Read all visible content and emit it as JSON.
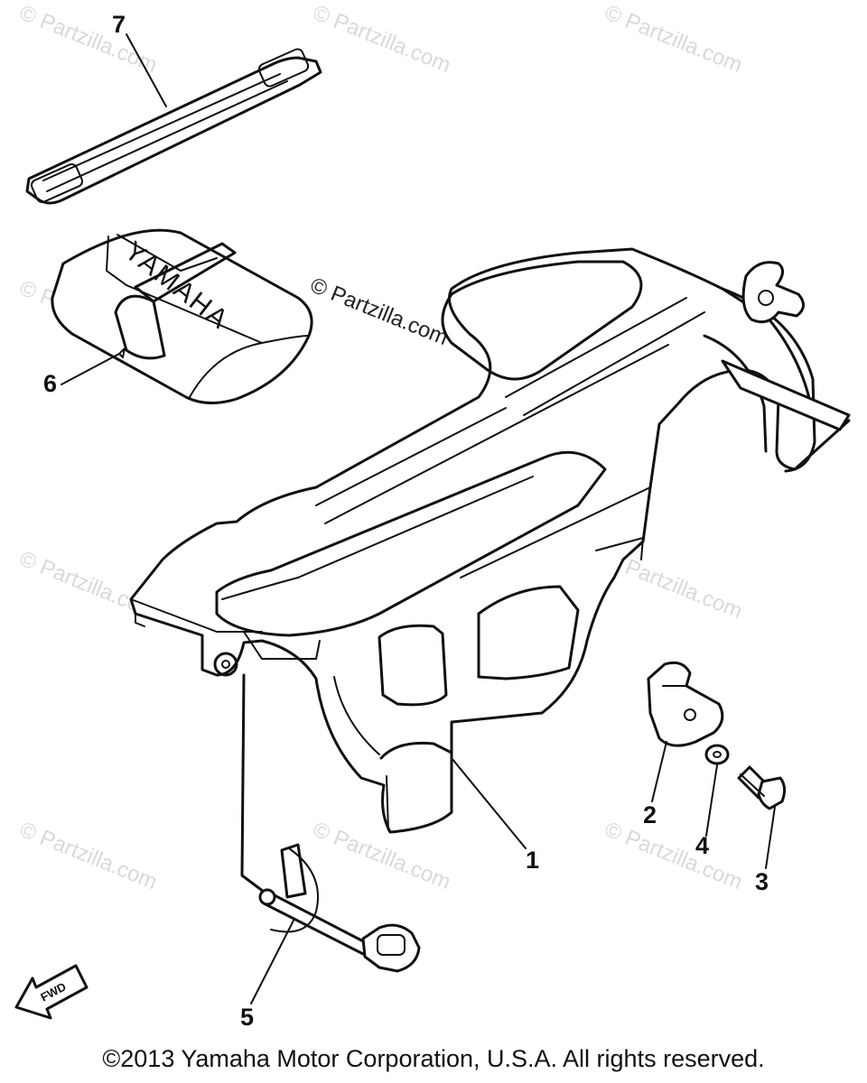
{
  "watermark_text": "© Partzilla.com",
  "center_watermark_text": "© Partzilla.com",
  "callouts": [
    {
      "label": "1"
    },
    {
      "label": "2"
    },
    {
      "label": "3"
    },
    {
      "label": "4"
    },
    {
      "label": "5"
    },
    {
      "label": "6"
    },
    {
      "label": "7"
    }
  ],
  "tool_bag_brand": "YAMAHA",
  "front_arrow_label": "FWD",
  "copyright": "©2013 Yamaha Motor Corporation, U.S.A. All rights reserved."
}
